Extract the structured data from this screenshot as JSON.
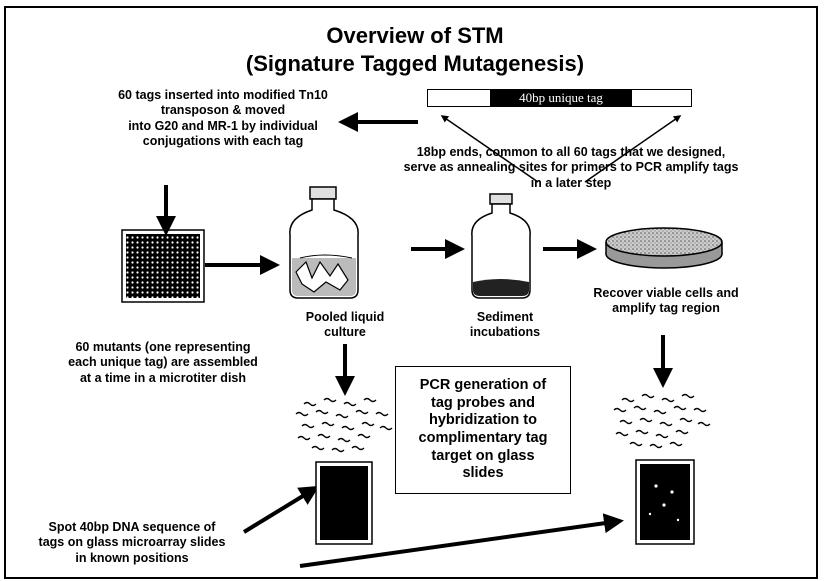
{
  "title_line1": "Overview of STM",
  "title_line2": "(Signature Tagged Mutagenesis)",
  "tag_bar_label": "40bp unique tag",
  "tags_inserted": [
    "60 tags inserted into modified Tn10",
    "transposon & moved",
    "into G20 and MR-1  by individual",
    "conjugations with each tag"
  ],
  "ends_text": [
    "18bp ends, common to all 60 tags that we designed,",
    "serve as annealing sites for primers to PCR  amplify tags",
    "in a later step"
  ],
  "pooled": [
    "Pooled liquid",
    "culture"
  ],
  "sediment": [
    "Sediment",
    "incubations"
  ],
  "recover": [
    "Recover viable cells and",
    "amplify tag region"
  ],
  "mutants": [
    "60 mutants (one representing",
    "each unique tag) are assembled",
    "at a time in a microtiter dish"
  ],
  "pcr_box": [
    "PCR generation of",
    "tag probes and",
    "hybridization to",
    "complimentary tag",
    "target on glass",
    "slides"
  ],
  "spot": [
    "Spot 40bp DNA sequence of",
    "tags on glass microarray slides",
    "in known positions"
  ]
}
